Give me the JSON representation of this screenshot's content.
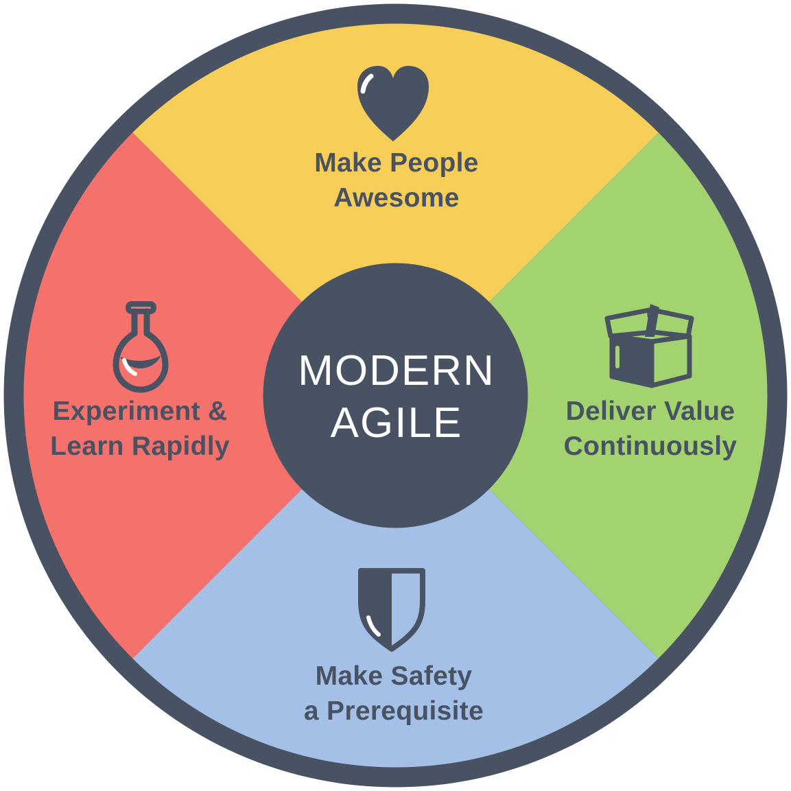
{
  "center": {
    "line1": "MODERN",
    "line2": "AGILE",
    "text_color": "#ffffff",
    "circle_color": "#485263"
  },
  "quadrants": [
    {
      "id": "top",
      "label_line1": "Make People",
      "label_line2": "Awesome",
      "icon": "heart-icon",
      "color": "#f7cf58"
    },
    {
      "id": "right",
      "label_line1": "Deliver Value",
      "label_line2": "Continuously",
      "icon": "box-icon",
      "color": "#a3d36e"
    },
    {
      "id": "bottom",
      "label_line1": "Make Safety",
      "label_line2": "a Prerequisite",
      "icon": "shield-icon",
      "color": "#a4c0e6"
    },
    {
      "id": "left",
      "label_line1": "Experiment &",
      "label_line2": "Learn Rapidly",
      "icon": "flask-icon",
      "color": "#f5716c"
    }
  ],
  "colors": {
    "ring": "#485263",
    "label_text": "#485263",
    "icon": "#485263",
    "background": "#ffffff"
  }
}
